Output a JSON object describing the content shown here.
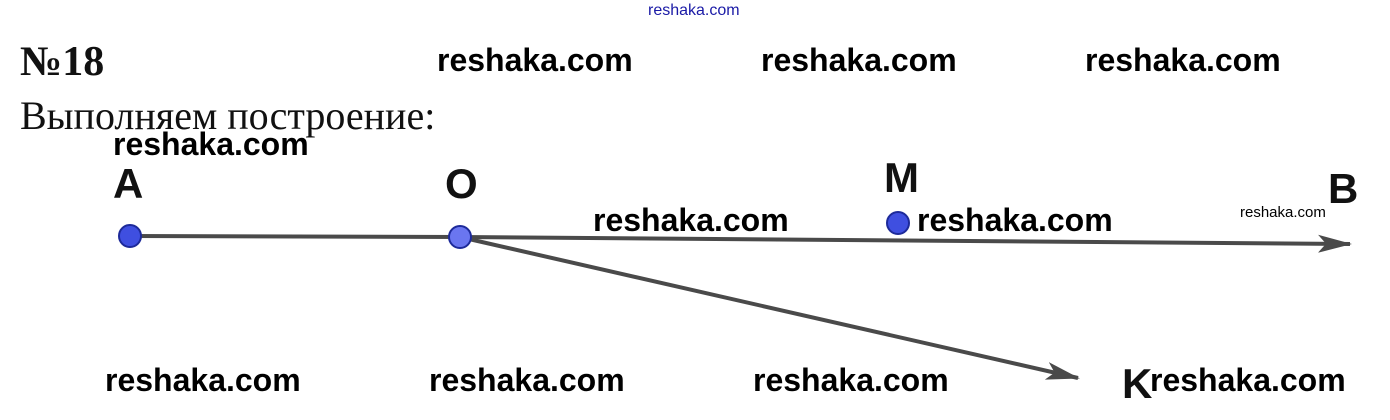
{
  "header": {
    "problem_number": "№18",
    "instruction": "Выполняем построение:"
  },
  "watermarks": {
    "top_link": "reshaka.com",
    "header_1": "reshaka.com",
    "header_2": "reshaka.com",
    "header_3": "reshaka.com",
    "under_title": "reshaka.com",
    "mid_1": "reshaka.com",
    "mid_2": "reshaka.com",
    "small_right": "reshaka.com",
    "bottom_1": "reshaka.com",
    "bottom_2": "reshaka.com",
    "bottom_3": "reshaka.com",
    "bottom_4": "reshaka.com"
  },
  "diagram": {
    "points": {
      "A": "A",
      "O": "O",
      "M": "M",
      "B": "B",
      "K": "K"
    },
    "colors": {
      "point_fill": "#3f4fe0",
      "point_stroke": "#1d2a9a",
      "line": "#4a4a4a"
    }
  }
}
